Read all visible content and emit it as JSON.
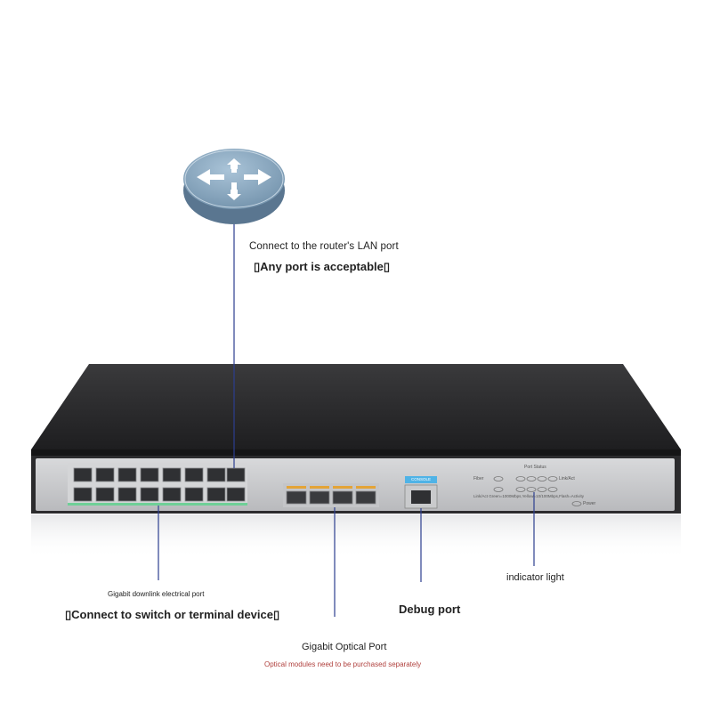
{
  "router": {
    "caption": "Connect to the router's LAN port",
    "note": "▯Any port is acceptable▯"
  },
  "ethernet": {
    "caption": "Gigabit downlink electrical port",
    "note": "▯Connect to switch or terminal device▯"
  },
  "optical": {
    "caption": "Gigabit Optical Port",
    "note": "Optical modules need to be purchased separately",
    "note_color": "#b0413e"
  },
  "console": {
    "caption": "Debug port",
    "label": "CONSOLE"
  },
  "indicator": {
    "caption": "indicator light",
    "port_status": "Port Status",
    "fiber": "Fiber",
    "link_act": "Link/Act",
    "legend": "Link/Act Green=1000Mbps,Yellow=10/100Mbps,Flash=Activity",
    "power": "Power"
  },
  "colors": {
    "callout_line": "#2c3e8f",
    "chassis_top": "#2a2a2a",
    "front_panel": "#c9cacc",
    "sfp_accent": "#e3a437",
    "console_accent": "#4fb3e6",
    "led_strip": "#6fcf97"
  }
}
